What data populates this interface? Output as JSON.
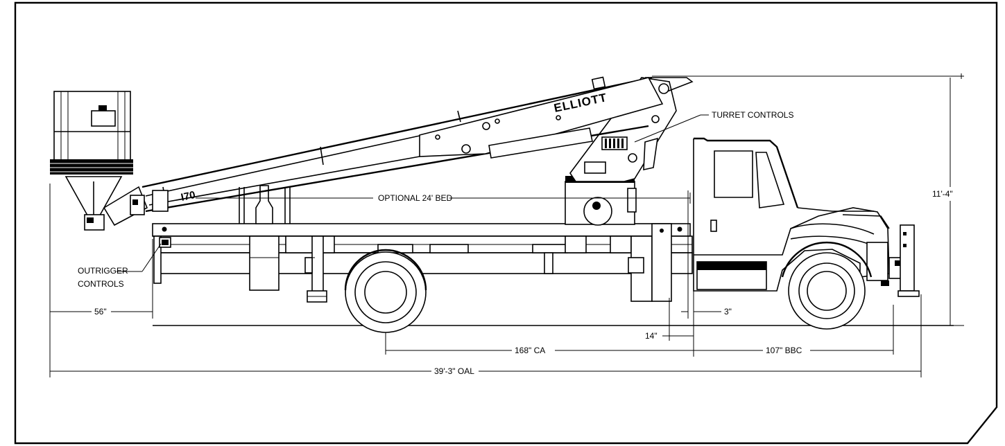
{
  "brand": {
    "boom_text": "ELLIOTT",
    "model_text": "I70"
  },
  "callouts": {
    "turret_controls": "TURRET CONTROLS",
    "optional_bed": "OPTIONAL 24' BED",
    "outrigger_line1": "OUTRIGGER",
    "outrigger_line2": "CONTROLS"
  },
  "dimensions": {
    "height": "11'-4\"",
    "rear_overhang": "56\"",
    "bed_gap": "3\"",
    "cab_gap": "14\"",
    "ca": "168\" CA",
    "bbc": "107\" BBC",
    "oal": "39'-3\" OAL"
  }
}
